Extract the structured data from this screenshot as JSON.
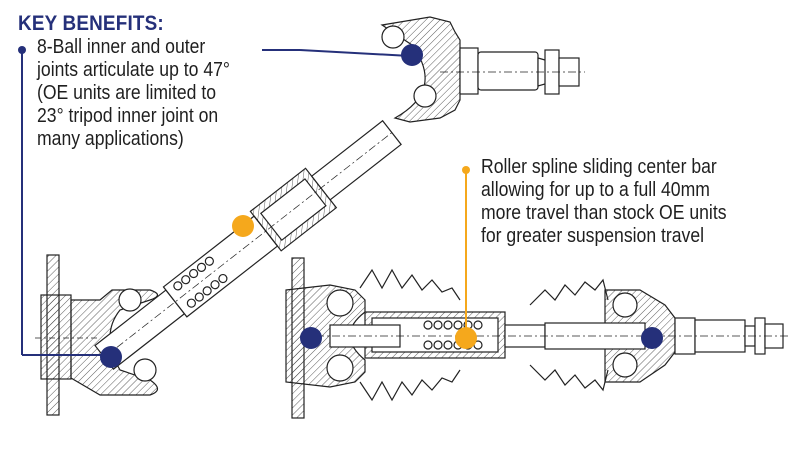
{
  "title": "KEY BENEFITS:",
  "callouts": [
    {
      "lines": [
        "8-Ball inner and outer",
        "joints articulate up to 47°",
        "(OE units are limited to",
        "23° tripod inner joint on",
        "many applications)"
      ],
      "marker_color": "#25307a"
    },
    {
      "lines": [
        "Roller spline sliding center bar",
        "allowing for up to a full 40mm",
        "more travel than stock OE units",
        "for greater suspension travel"
      ],
      "marker_color": "#f5a81c"
    }
  ],
  "colors": {
    "accent_blue": "#25307a",
    "accent_orange": "#f5a81c",
    "line_art": "#222222"
  },
  "drawings": [
    {
      "name": "angled-axle",
      "description": "articulated CV axle cross-section"
    },
    {
      "name": "straight-axle",
      "description": "straight CV axle cross-section"
    }
  ]
}
